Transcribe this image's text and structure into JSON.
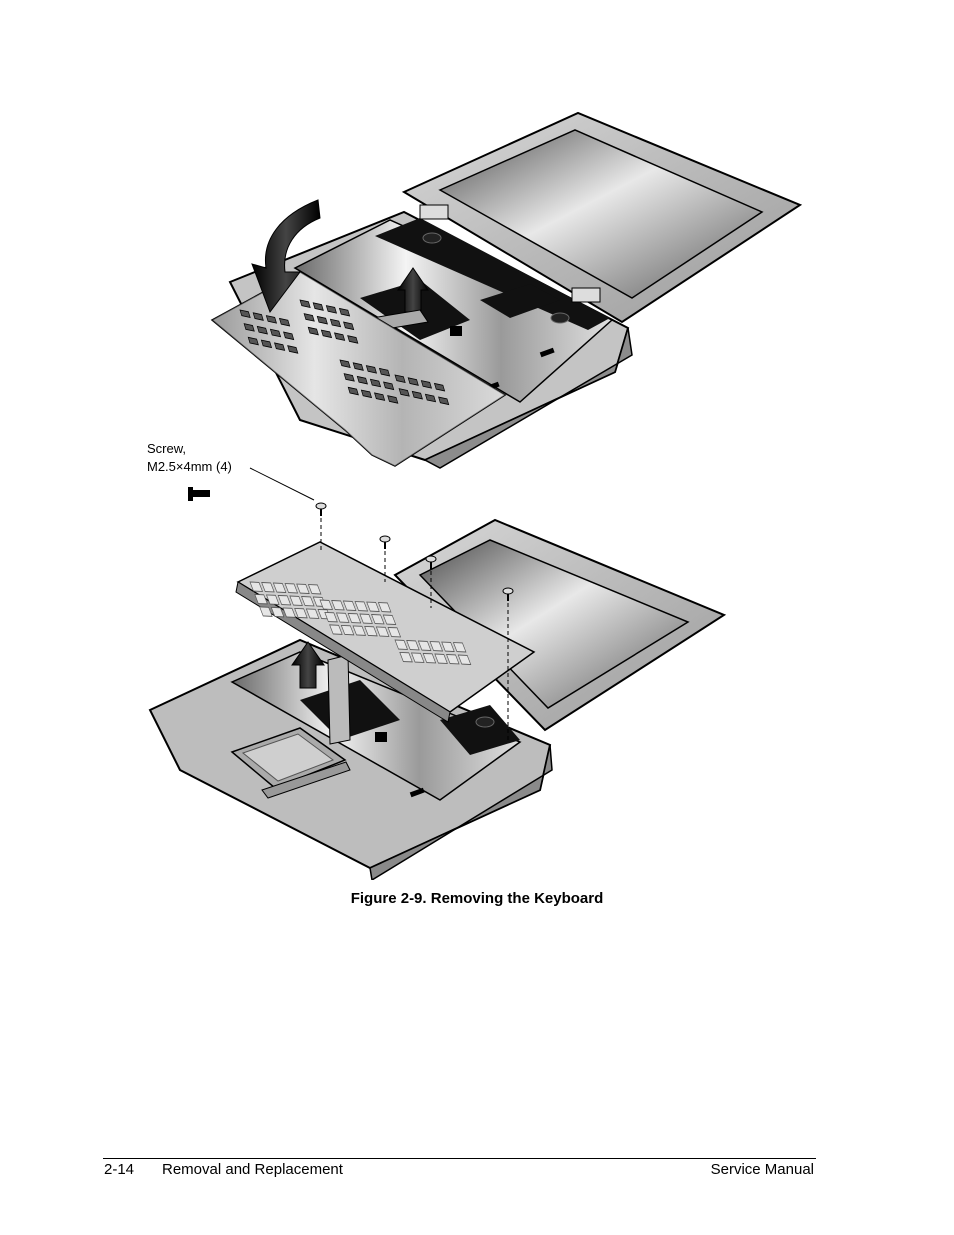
{
  "figure": {
    "callout": {
      "line1": "Screw,",
      "line2": "M2.5×4mm (4)"
    },
    "caption": "Figure 2-9. Removing the Keyboard"
  },
  "footer": {
    "page_number": "2-14",
    "section": "Removal and Replacement",
    "doc_title": "Service Manual"
  }
}
